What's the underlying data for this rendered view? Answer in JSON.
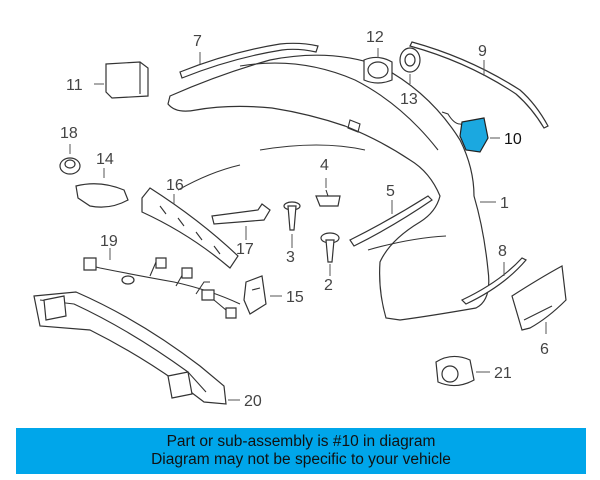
{
  "diagram": {
    "highlight_color": "#1ba8e0",
    "callouts": [
      {
        "id": "c1",
        "label": "1"
      },
      {
        "id": "c2",
        "label": "2"
      },
      {
        "id": "c3",
        "label": "3"
      },
      {
        "id": "c4",
        "label": "4"
      },
      {
        "id": "c5",
        "label": "5"
      },
      {
        "id": "c6",
        "label": "6"
      },
      {
        "id": "c7",
        "label": "7"
      },
      {
        "id": "c8",
        "label": "8"
      },
      {
        "id": "c9",
        "label": "9"
      },
      {
        "id": "c10",
        "label": "10"
      },
      {
        "id": "c11",
        "label": "11"
      },
      {
        "id": "c12",
        "label": "12"
      },
      {
        "id": "c13",
        "label": "13"
      },
      {
        "id": "c14",
        "label": "14"
      },
      {
        "id": "c15",
        "label": "15"
      },
      {
        "id": "c16",
        "label": "16"
      },
      {
        "id": "c17",
        "label": "17"
      },
      {
        "id": "c18",
        "label": "18"
      },
      {
        "id": "c19",
        "label": "19"
      },
      {
        "id": "c20",
        "label": "20"
      },
      {
        "id": "c21",
        "label": "21"
      }
    ]
  },
  "banner": {
    "line1": "Part or sub-assembly is #10 in diagram",
    "line2": "Diagram may not be specific to your vehicle",
    "background": "#00a6ea"
  }
}
